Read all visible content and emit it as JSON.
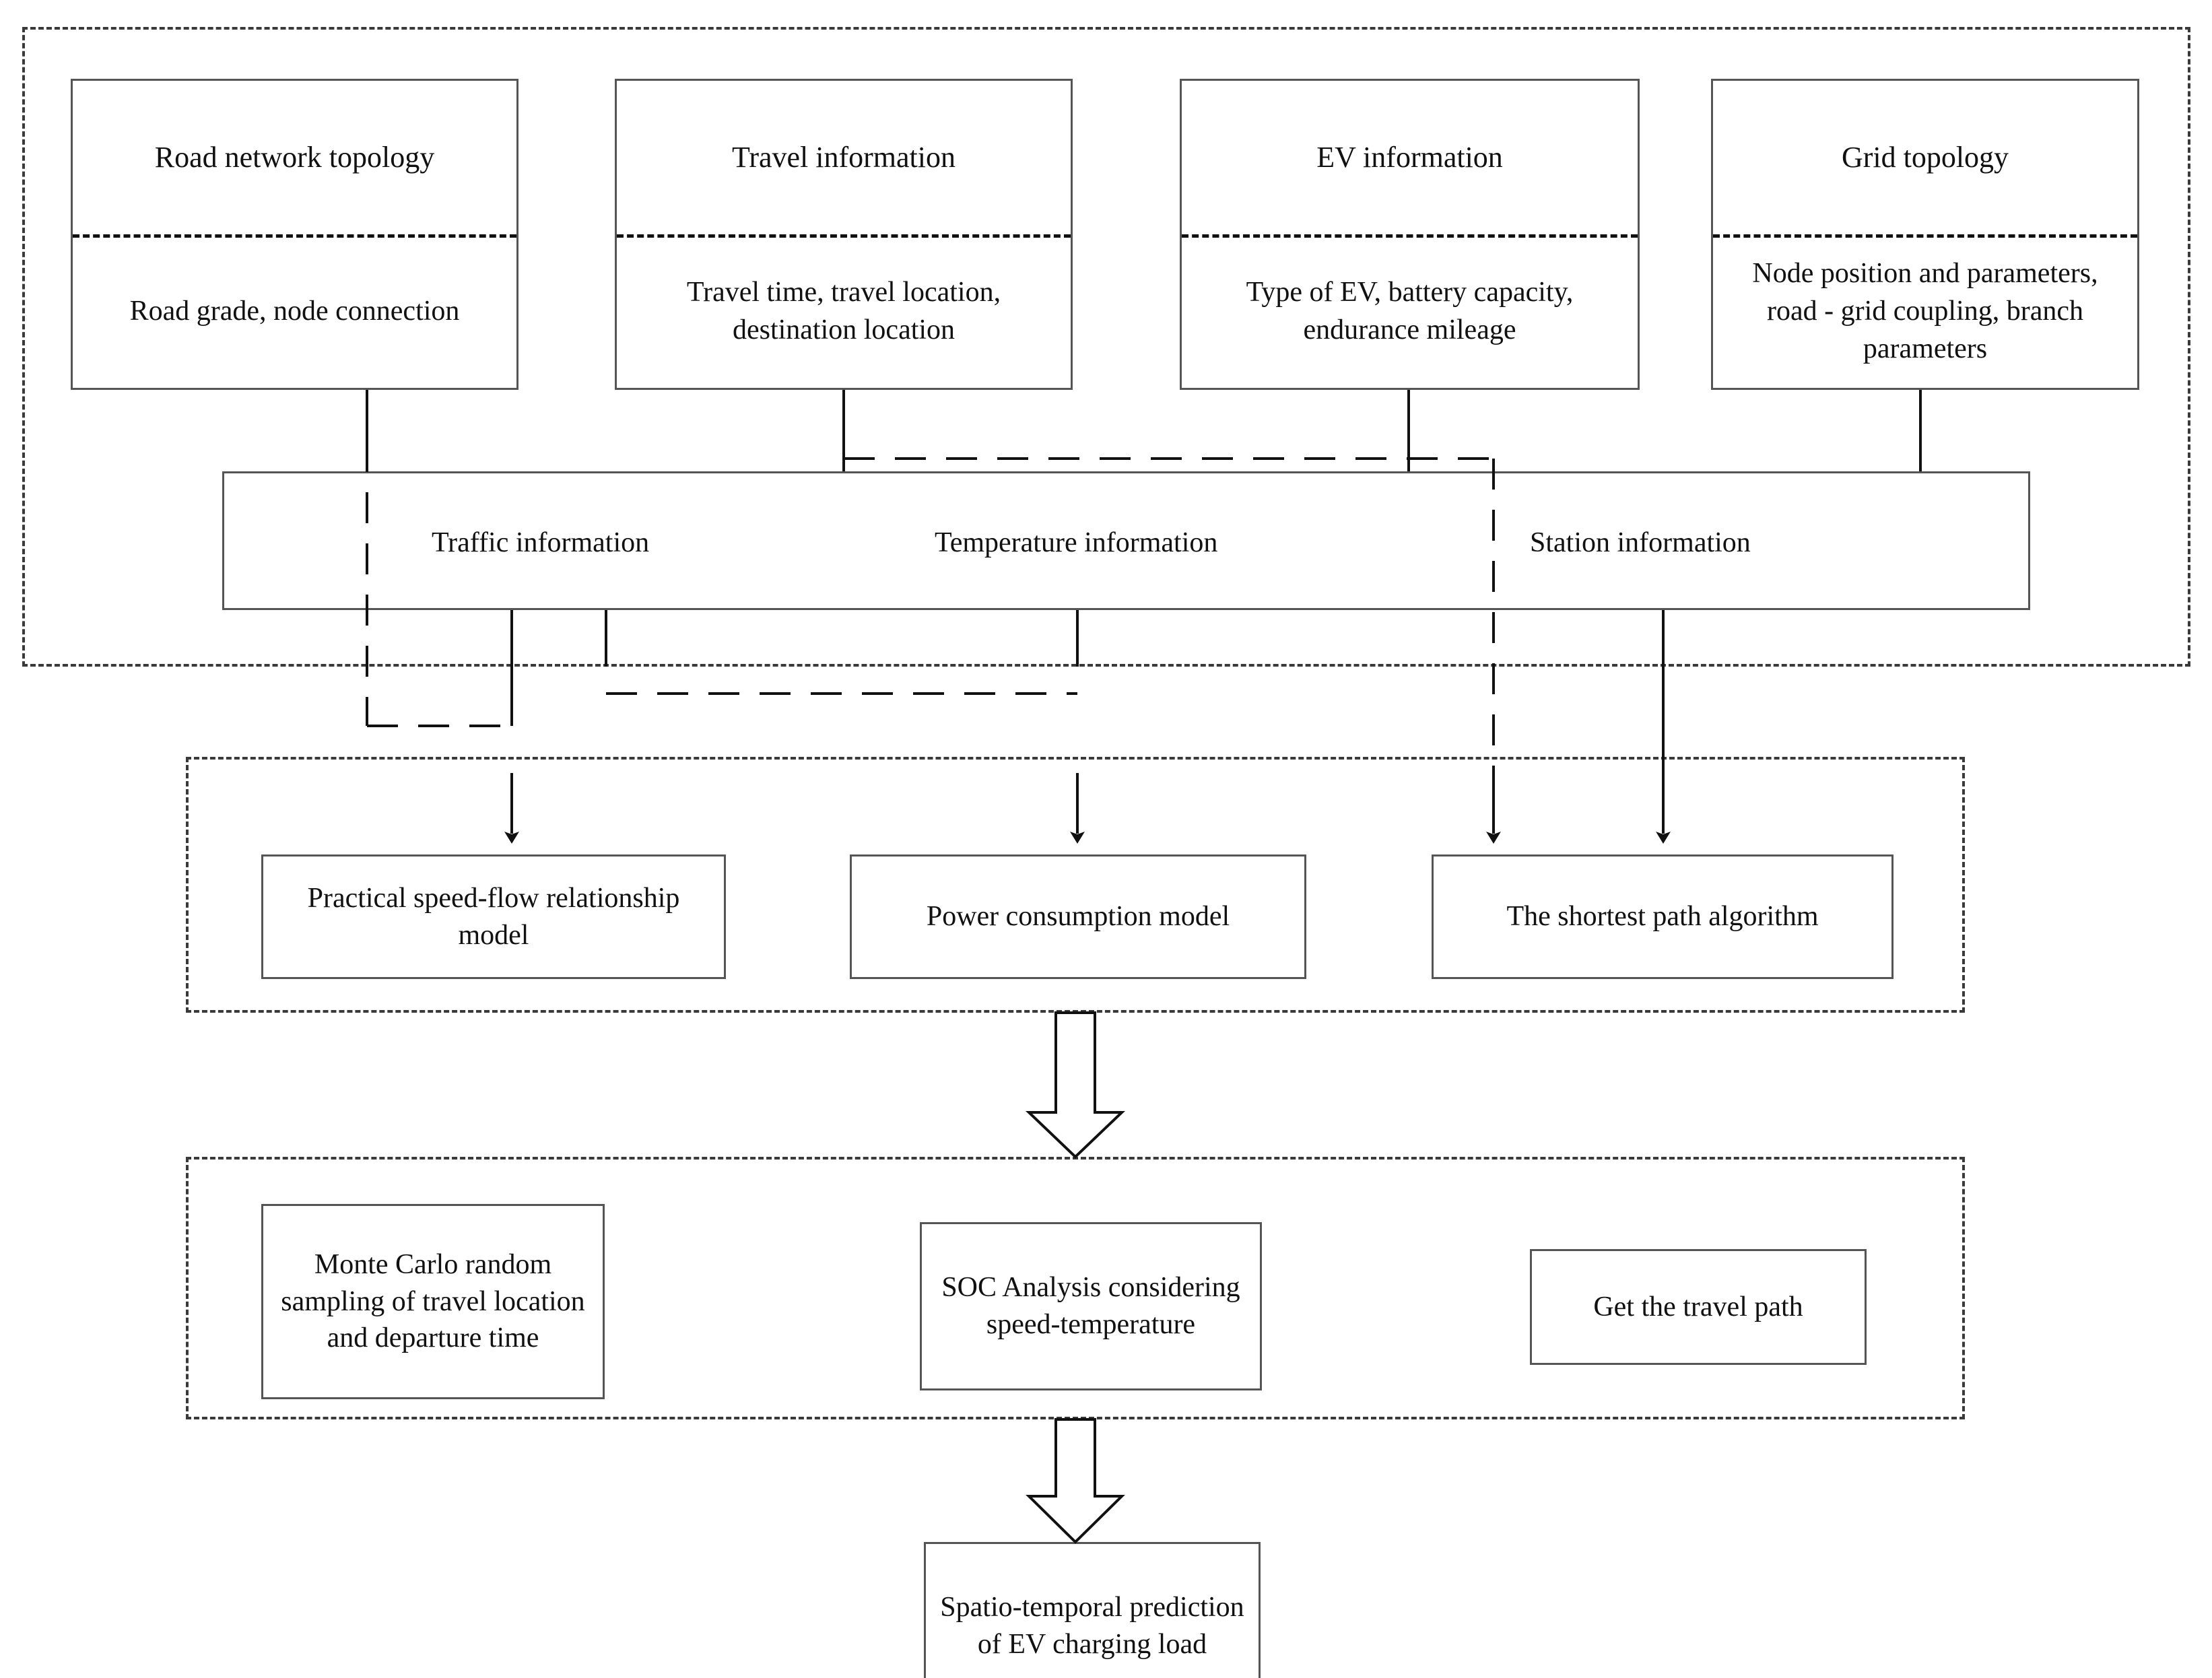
{
  "diagram": {
    "title": "EV charging load spatio-temporal prediction flowchart",
    "input_layer": {
      "cards": [
        {
          "head": "Road network topology",
          "body": "Road grade, node connection"
        },
        {
          "head": "Travel information",
          "body": "Travel time, travel location, destination location"
        },
        {
          "head": "EV information",
          "body": "Type of EV, battery capacity, endurance mileage"
        },
        {
          "head": "Grid topology",
          "body": "Node position and parameters, road - grid coupling, branch parameters"
        }
      ],
      "band_labels": [
        "Traffic information",
        "Temperature information",
        "Station information"
      ]
    },
    "model_layer": {
      "boxes": [
        "Practical speed-flow relationship model",
        "Power consumption model",
        "The shortest path algorithm"
      ]
    },
    "analysis_layer": {
      "boxes": [
        "Monte Carlo random sampling of travel location and departure time",
        "SOC Analysis considering speed-temperature",
        "Get the travel path"
      ]
    },
    "output": {
      "box": "Spatio-temporal prediction of EV charging load"
    },
    "colors": {
      "stroke": "#555555",
      "dash": "#3a3a3a",
      "text": "#111111",
      "background": "#ffffff"
    }
  }
}
